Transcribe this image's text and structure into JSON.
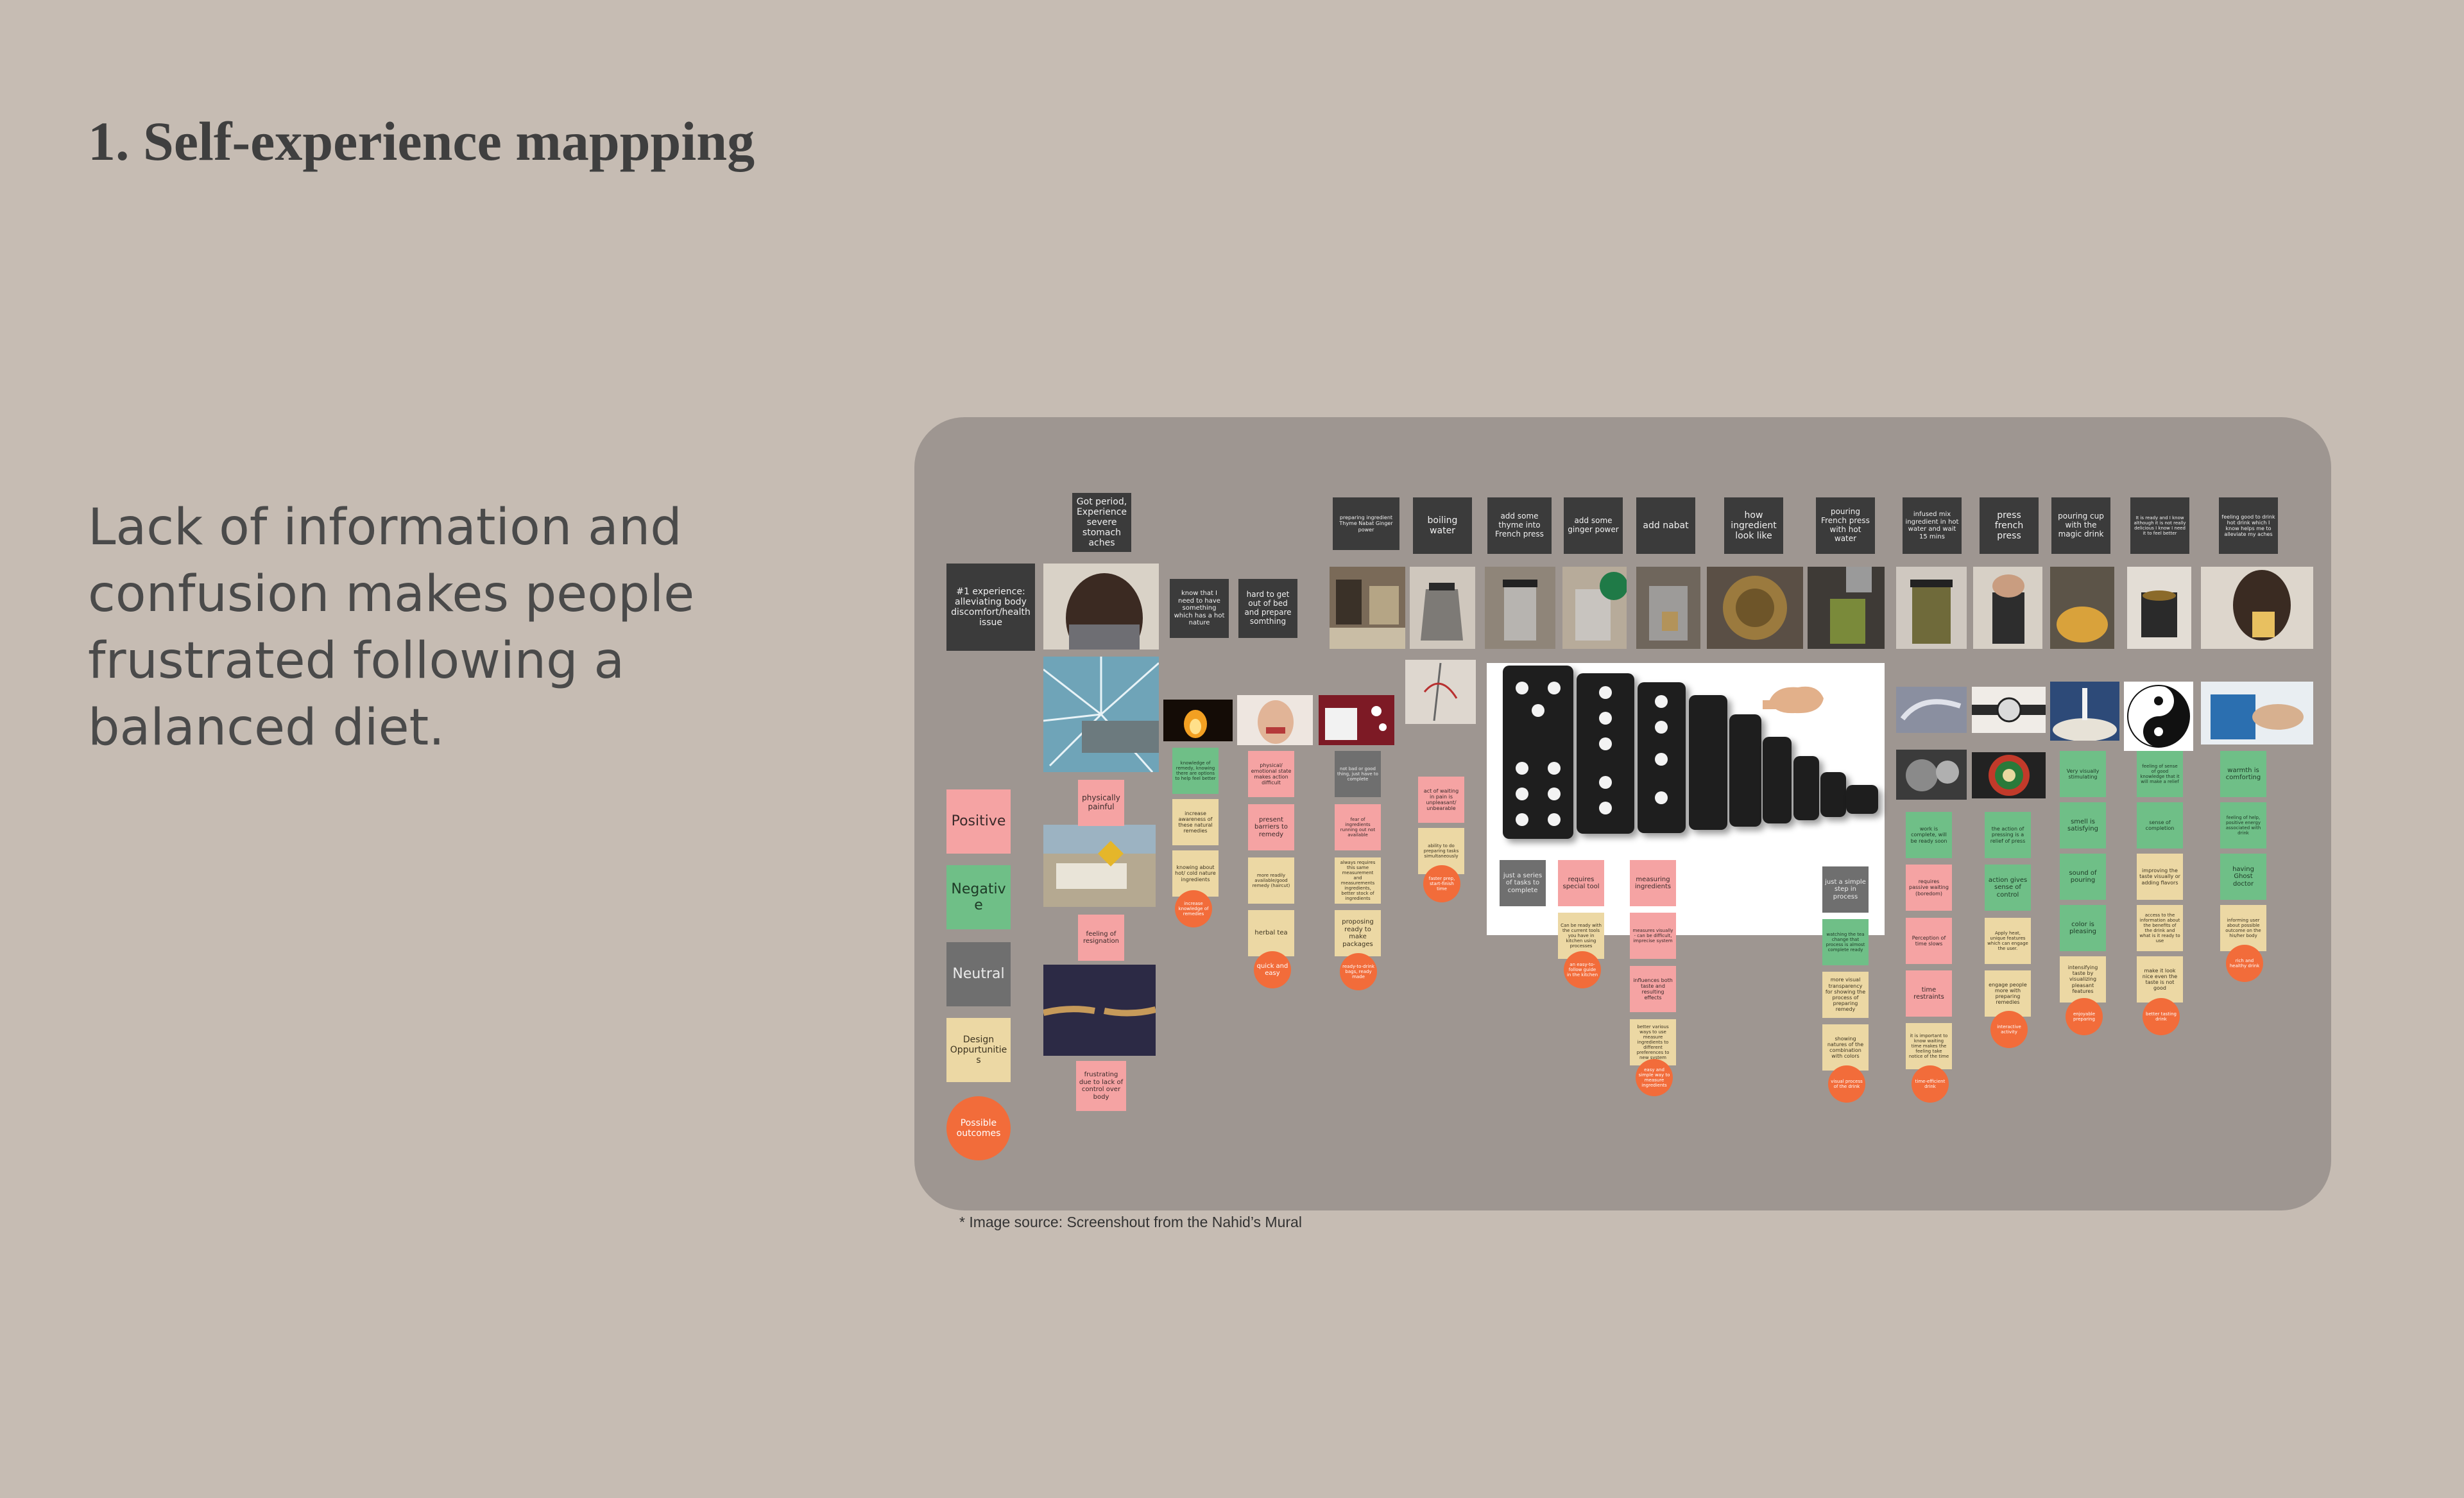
{
  "page": {
    "title": "1. Self-experience mappping",
    "description": "Lack of information and confusion makes people frustrated following a balanced diet.",
    "caption": "* Image source: Screenshout from the Nahid’s Mural"
  },
  "legend": {
    "positive": "Positive",
    "negative": "Negative",
    "neutral": "Neutral",
    "design": "Design Oppurtunities",
    "outcomes": "Possible outcomes"
  },
  "steps": {
    "s1": "#1 experience: alleviating body discomfort/health issue",
    "s2": "Got period, Experience severe stomach aches",
    "s3": "know that I need to have something which has a hot nature",
    "s4": "hard to get out of bed and prepare somthing",
    "s5": "preparing ingredient Thyme Nabat Ginger power",
    "s6": "boiling water",
    "s7": "add some thyme into French press",
    "s8": "add some ginger power",
    "s9": "add nabat",
    "s10": "how ingredient look like",
    "s11": "pouring French press with hot water",
    "s12": "infused mix ingredient in hot water and wait 15 mins",
    "s13": "press french press",
    "s14": "pouring cup with the magic drink",
    "s15": "It is ready and I know although it is not really delicious I know I need it to feel better",
    "s16": "feeling good to drink hot drink which I know helps me to alleviate my aches"
  },
  "notes": {
    "c2_p1": "physically painful",
    "c2_p2": "feeling of resignation",
    "c2_p3": "frustrating due to lack of control over body",
    "c3_g1": "knowledge of remedy, knowing there are options to help feel better",
    "c3_t1": "increase awareness of these natural remedies",
    "c3_t2": "knowing about hot/ cold nature ingredients",
    "c3_o1": "increase knowledge of remedies",
    "c4_p1": "physical/ emotional state makes action difficult",
    "c4_p2": "present barriers to remedy",
    "c4_t1": "more readily available/good remedy (haircut)",
    "c4_t2": "herbal tea",
    "c4_o1": "quick and easy",
    "c5_g1": "not bad or good thing, just have to complete",
    "c5_p1": "fear of ingredients running out not available",
    "c5_t1": "always requires this same measurement and measurements ingredients, better stock of ingredients",
    "c5_t2": "proposing ready to make packages",
    "c5_o1": "ready-to-drink bags, ready made",
    "c6_p1": "act of waiting in pain is unpleasant/ unbearable",
    "c6_t1": "ability to do preparing tasks simultaneously",
    "c6_o1": "faster prep, start-finish time",
    "c7_g1": "just a series of tasks to complete",
    "c8_p1": "requires special tool",
    "c8_t1": "Can be ready with the current tools you have in kitchen using processes",
    "c8_o1": "an easy-to-follow guide in the kitchen",
    "c9_p1": "measuring ingredients",
    "c9_p2": "measures visually - can be difficult, imprecise system",
    "c9_p3": "influences both taste and resulting effects",
    "c9_t1": "better various ways to use measure ingredients to different preferences to new system",
    "c9_o1": "easy and simple way to measure ingredients",
    "c10_g1": "just a simple step in process",
    "c10_g2": "watching the tea change that process is almost complete ready",
    "c10_t1": "more visual transparency for showing the process of preparing remedy",
    "c10_t2": "showing natures of the combination with colors",
    "c10_o1": "visual process of the drink",
    "c11_g1": "work is complete, will be ready soon",
    "c11_p1": "requires passive waiting (boredom)",
    "c11_p2": "Perception of time slows",
    "c11_p3": "time restraints",
    "c11_t1": "it is important to know waiting time makes the feeling take notice of the time",
    "c11_o1": "time-efficient drink",
    "c12_g1": "the action of pressing is a relief of press",
    "c12_g2": "action gives sense of control",
    "c12_t1": "Apply heat, unique features which can engage the user.",
    "c12_t2": "engage people more with preparing remedies",
    "c12_o1": "interactive activity",
    "c13_g1": "Very visually stimulating",
    "c13_g2": "smell is satisfying",
    "c13_g3": "sound of pouring",
    "c13_g4": "color is pleasing",
    "c13_t1": "intensifying taste by visualizing pleasant features",
    "c13_o1": "enjoyable preparing",
    "c14_g1": "feeling of sense of good knowledge that it will make a relief",
    "c14_g2": "sense of completion",
    "c14_t1": "improving the taste visually or adding flavors",
    "c14_t2": "access to the information about the benefits of the drink and what is it ready to use",
    "c14_t3": "make it look nice even the taste is not good",
    "c14_o1": "better tasting drink",
    "c15_g1": "warmth is comforting",
    "c15_g2": "feeling of help, positive energy associated with drink",
    "c15_g3": "having Ghost doctor",
    "c15_t1": "informing user about possible outcome on the his/her body",
    "c15_o1": "rich and healthy drink"
  }
}
